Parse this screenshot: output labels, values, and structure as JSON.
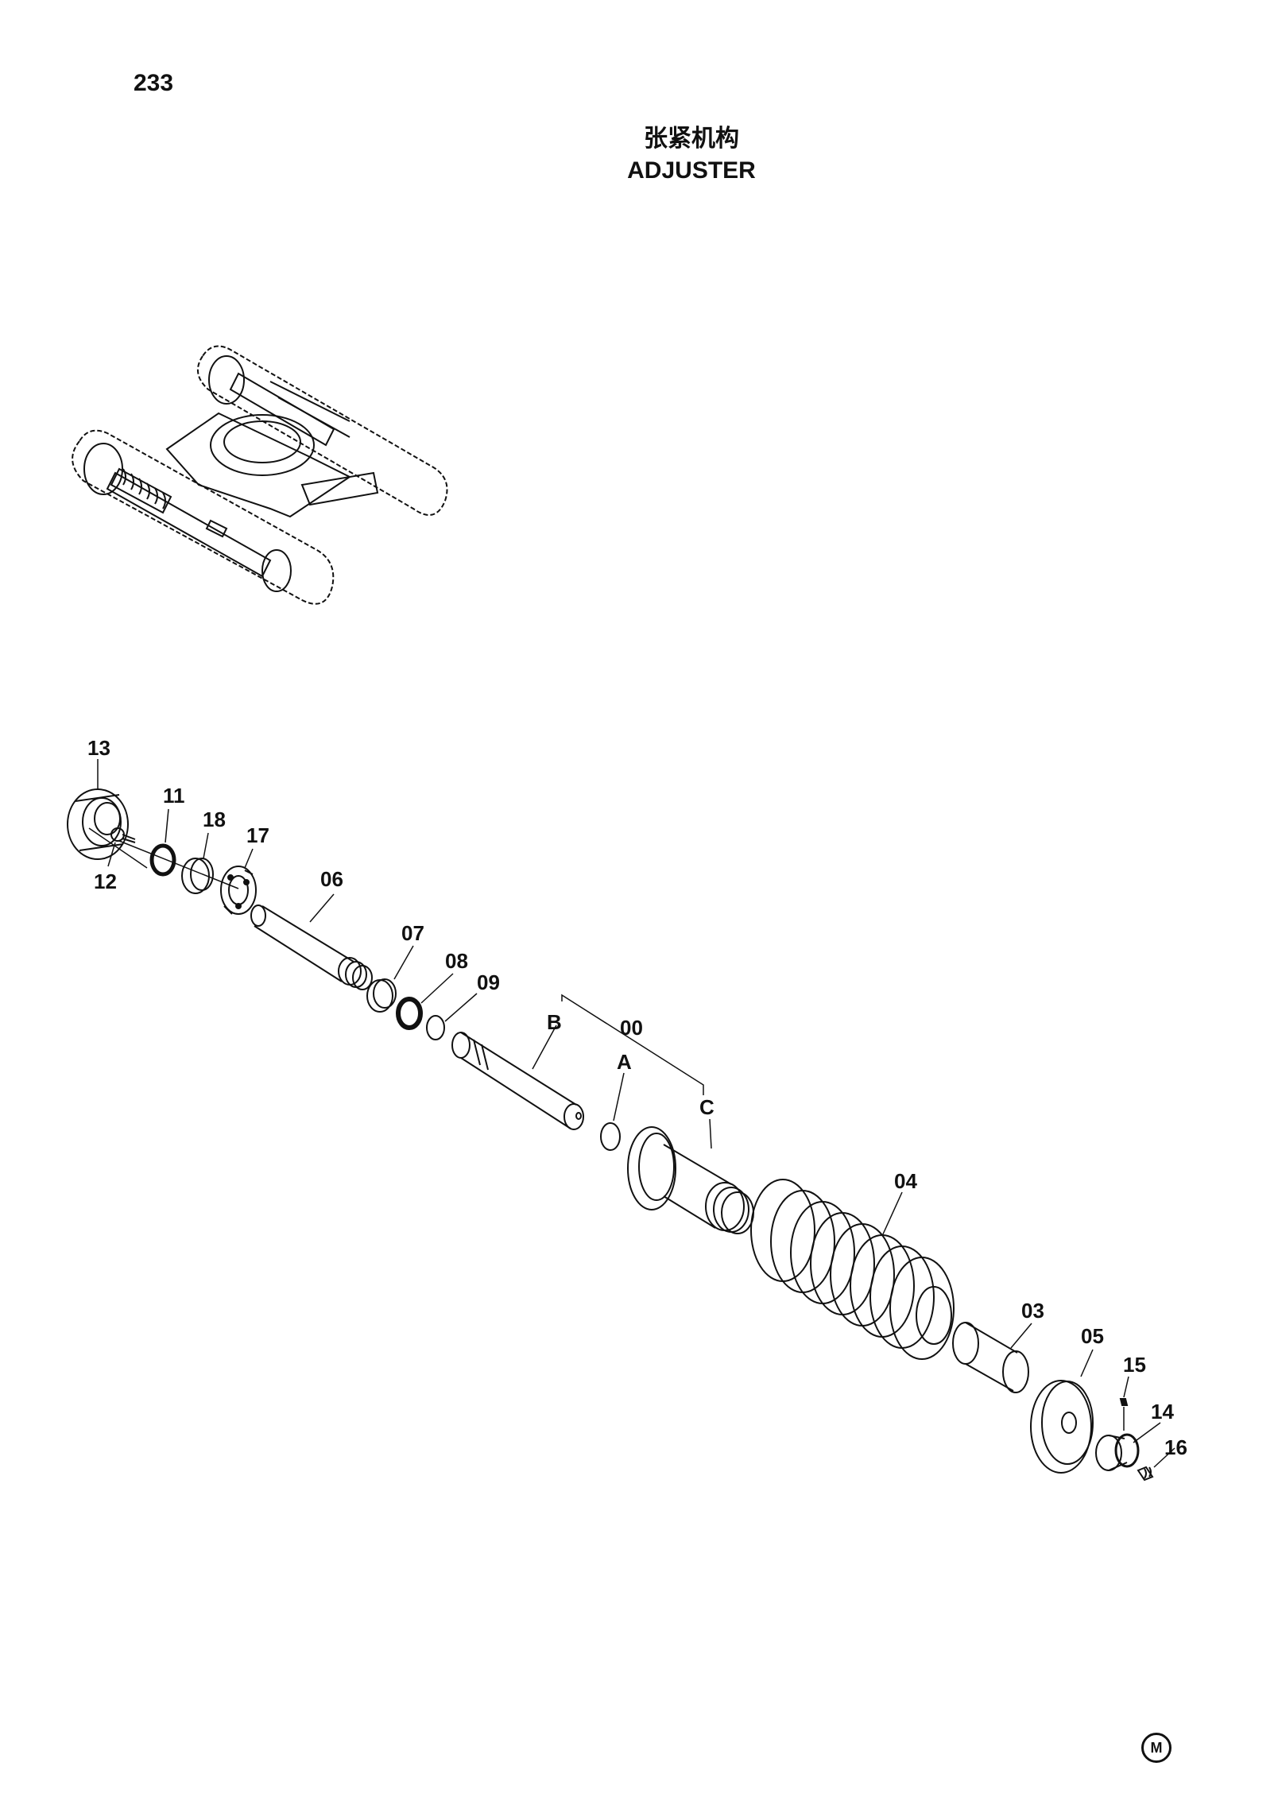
{
  "page": {
    "number": "233"
  },
  "title": {
    "cn": "张紧机构",
    "en": "ADJUSTER"
  },
  "footer": {
    "mark": "M"
  },
  "labels": {
    "p13": "13",
    "p11": "11",
    "p18": "18",
    "p17": "17",
    "p12": "12",
    "p06": "06",
    "p07": "07",
    "p08": "08",
    "p09": "09",
    "pB": "B",
    "p00": "00",
    "pA": "A",
    "pC": "C",
    "p04": "04",
    "p03": "03",
    "p05": "05",
    "p15": "15",
    "p14": "14",
    "p16": "16"
  }
}
